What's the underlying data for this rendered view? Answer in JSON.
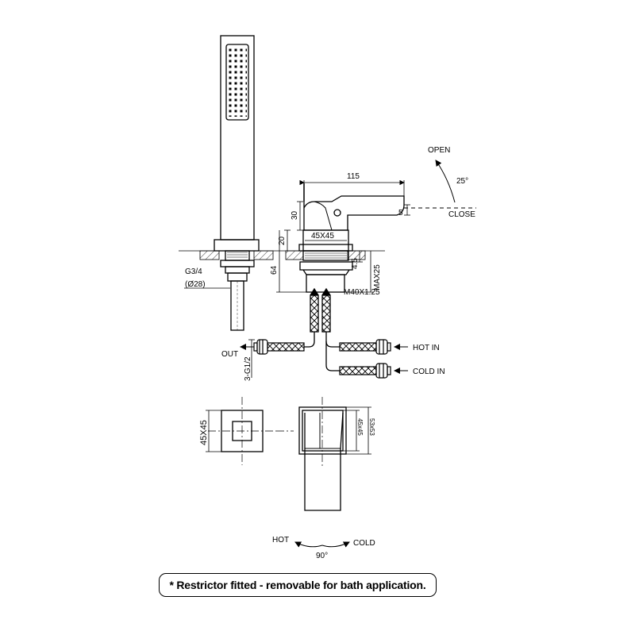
{
  "labels": {
    "open": "OPEN",
    "close": "CLOSE",
    "angle_lever": "25°",
    "width_115": "115",
    "height_30": "30",
    "offset_5": "5",
    "height_20": "20",
    "square_45": "45X45",
    "height_64": "64",
    "dim_4_5": "4.5",
    "max_25": "MAX25",
    "thread_m40": "M40X1.25",
    "thread_g34": "G3/4",
    "dia_28": "(Ø28)",
    "out": "OUT",
    "hot_in": "HOT IN",
    "cold_in": "COLD IN",
    "thread_g12": "3-G1/2",
    "plan_45x45": "45X45",
    "plan_45x45_small": "45x45",
    "plan_53x53": "53x53",
    "hot": "HOT",
    "cold": "COLD",
    "angle_rotate": "90°"
  },
  "note": "* Restrictor fitted - removable for bath application."
}
